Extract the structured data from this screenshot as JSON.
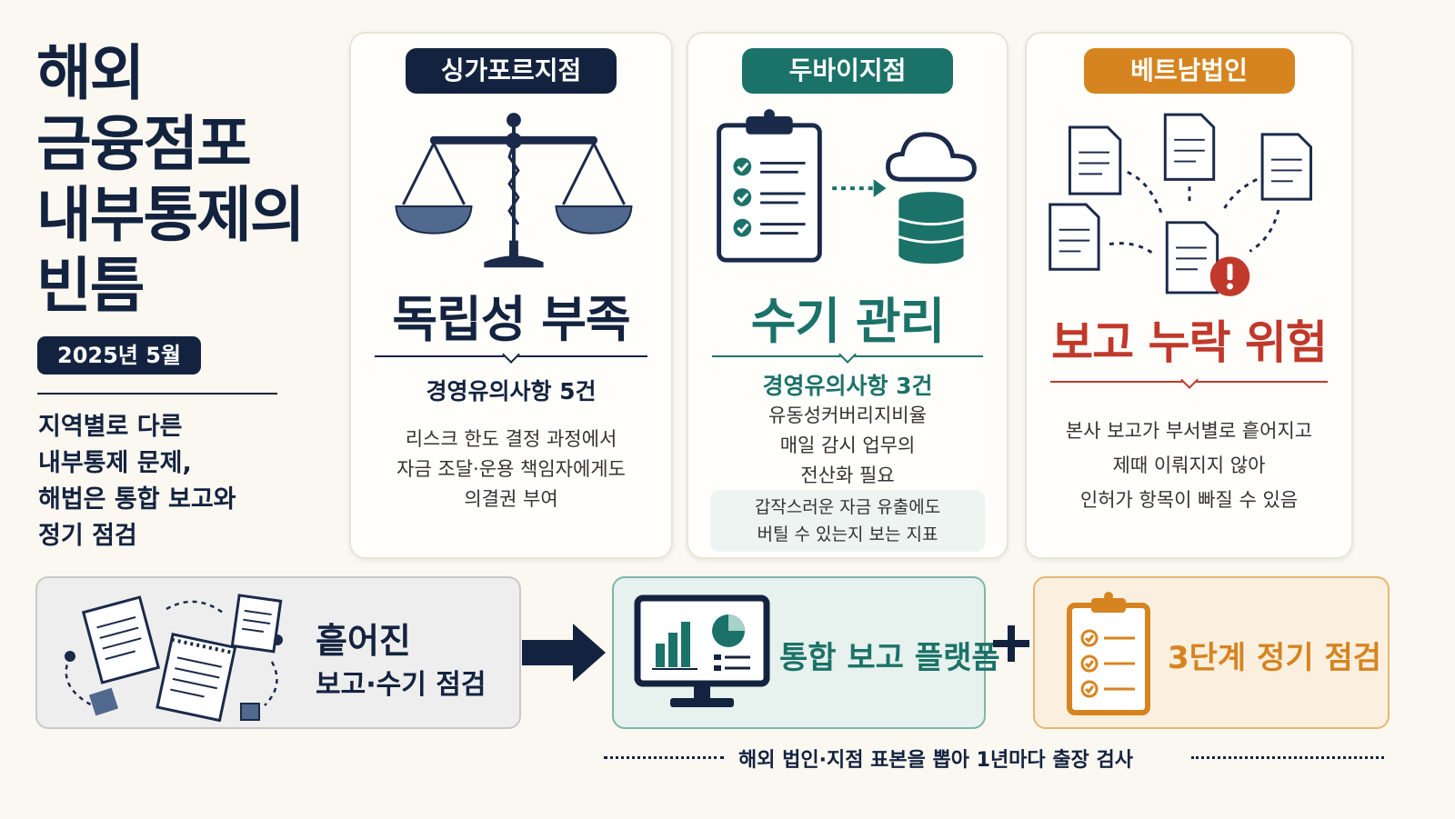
{
  "title": {
    "lines": [
      "해외",
      "금융점포",
      "내부통제의",
      "빈틈"
    ]
  },
  "date": "2025년 5월",
  "subtitle": {
    "lines": [
      "지역별로 다른",
      "내부통제 문제,",
      "해법은 통합 보고와",
      "정기 점검"
    ]
  },
  "colors": {
    "navy": "#13233f",
    "teal": "#1b7268",
    "orange": "#d68420",
    "red": "#c0392b",
    "slate": "#51698f"
  },
  "cards": [
    {
      "label": "싱가포르지점",
      "icon": "balance-scale-icon",
      "headline": "독립성 부족",
      "sub": "경영유의사항 5건",
      "body": [
        "리스크 한도 결정 과정에서",
        "자금 조달·운용 책임자에게도",
        "의결권 부여"
      ]
    },
    {
      "label": "두바이지점",
      "icon": "clipboard-to-database-icon",
      "headline": "수기 관리",
      "sub": "경영유의사항 3건",
      "body": [
        "유동성커버리지비율",
        "매일 감시 업무의",
        "전산화 필요"
      ],
      "note": [
        "갑작스러운 자금 유출에도",
        "버틸 수 있는지 보는 지표"
      ]
    },
    {
      "label": "베트남법인",
      "icon": "scattered-documents-alert-icon",
      "headline": "보고 누락 위험",
      "body": [
        "본사 보고가 부서별로 흩어지고",
        "제때 이뤄지지 않아",
        "인허가 항목이 빠질 수 있음"
      ]
    }
  ],
  "bottom": {
    "problem": [
      "흩어진",
      "보고·수기 점검"
    ],
    "solution1": "통합 보고 플랫폼",
    "solution2": "3단계 정기 점검",
    "note": "해외 법인·지점 표본을 뽑아 1년마다 출장 검사"
  }
}
